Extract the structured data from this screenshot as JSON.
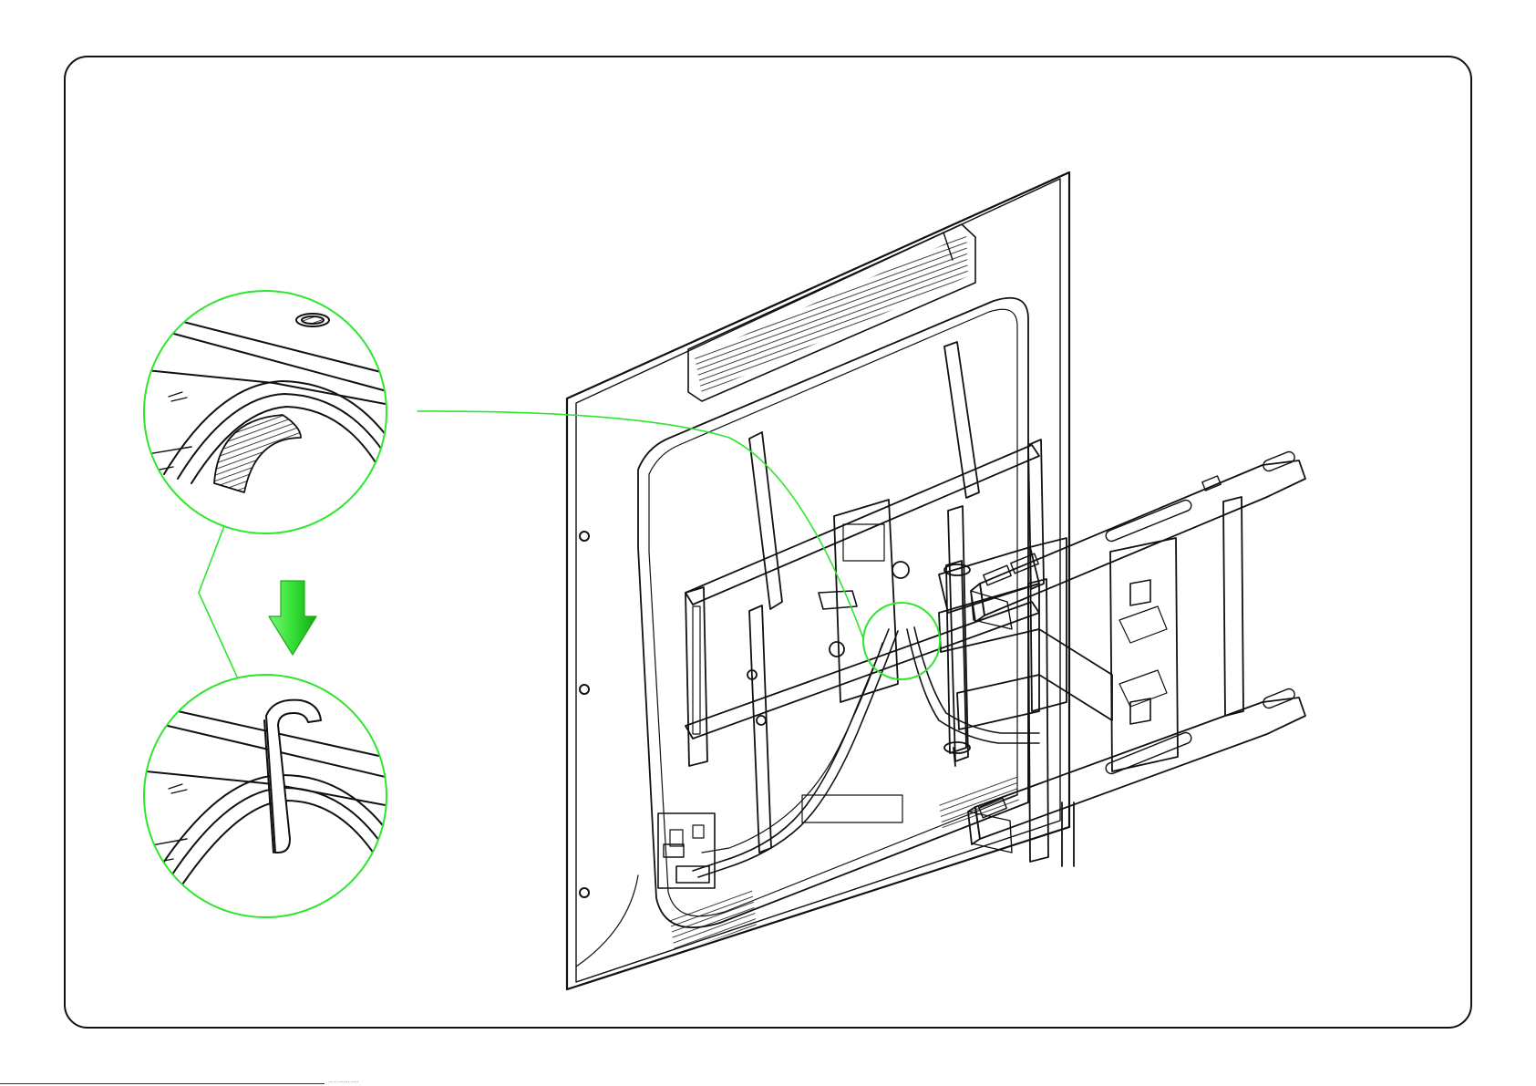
{
  "diagram": {
    "subject": "tv-wall-mount-cable-management",
    "colors": {
      "line": "#111111",
      "highlight": "#2ee62e",
      "arrow_light": "#66f266",
      "arrow_dark": "#18b418"
    },
    "callouts": [
      {
        "name": "before-detail",
        "shows": "cables-routed-under-arm"
      },
      {
        "name": "after-detail",
        "shows": "cables-fastened-with-strap"
      }
    ],
    "arrow": {
      "direction": "down"
    }
  },
  "footer": {
    "text": "... .. ....... ....."
  }
}
